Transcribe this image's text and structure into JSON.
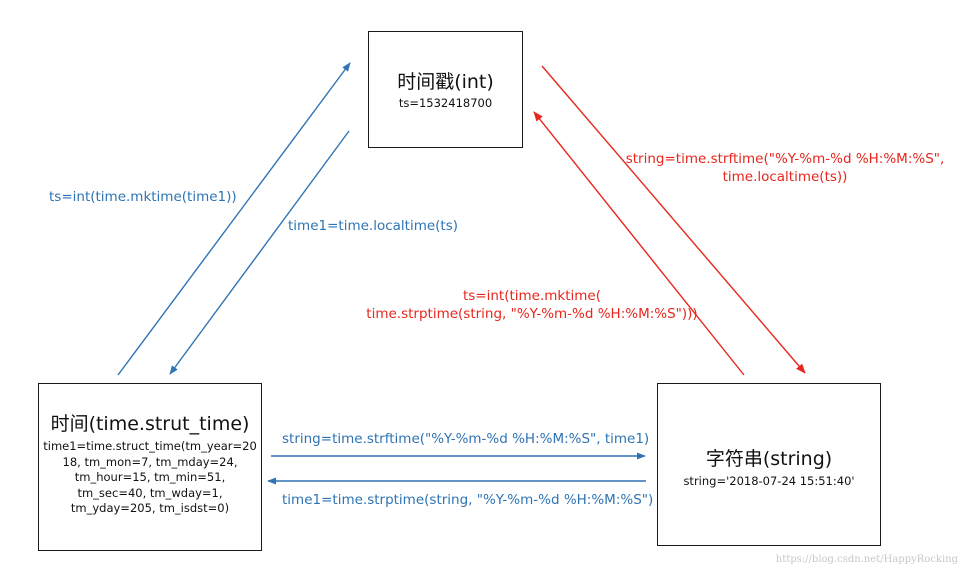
{
  "nodes": {
    "timestamp": {
      "title": "时间戳(int)",
      "detail": "ts=1532418700"
    },
    "struct_time": {
      "title": "时间(time.strut_time)",
      "detail": "time1=time.struct_time(tm_year=20\n18, tm_mon=7, tm_mday=24,\ntm_hour=15, tm_min=51,\ntm_sec=40, tm_wday=1,\ntm_yday=205, tm_isdst=0)"
    },
    "string": {
      "title": "字符串(string)",
      "detail": "string='2018-07-24 15:51:40'"
    }
  },
  "edges": {
    "struct_to_ts": "ts=int(time.mktime(time1))",
    "ts_to_struct": "time1=time.localtime(ts)",
    "ts_to_string_line1": "string=time.strftime(\"%Y-%m-%d %H:%M:%S\",",
    "ts_to_string_line2": "time.localtime(ts))",
    "string_to_ts_line1": "ts=int(time.mktime(",
    "string_to_ts_line2": "time.strptime(string, \"%Y-%m-%d %H:%M:%S\")))",
    "struct_to_string": "string=time.strftime(\"%Y-%m-%d %H:%M:%S\", time1)",
    "string_to_struct": "time1=time.strptime(string, \"%Y-%m-%d %H:%M:%S\")"
  },
  "colors": {
    "blue": "#2e74b5",
    "red": "#e8261d",
    "box_border": "#1a1a1a"
  },
  "watermark": "https://blog.csdn.net/HappyRocking"
}
